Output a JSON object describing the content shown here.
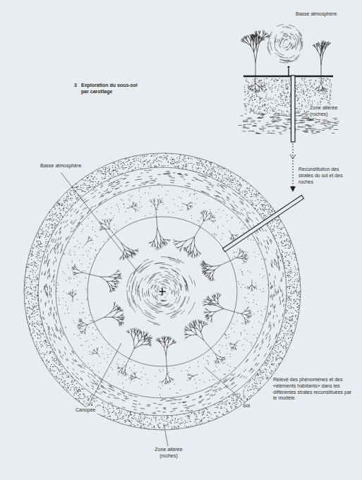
{
  "diagram": {
    "labels": [
      "Basse atmosphère",
      "3",
      "Exploration du sous-sol par carottage",
      "Zone altérée (roches)",
      "Reconstitution des strates du sol et des roches",
      "Basse atmosphère",
      "Canopée",
      "Sol",
      "Relevé des phénomènes et des «éléments habitants» dans les différentes strates reconstituées par le modèle.",
      "Zone altérée (roches)"
    ]
  }
}
